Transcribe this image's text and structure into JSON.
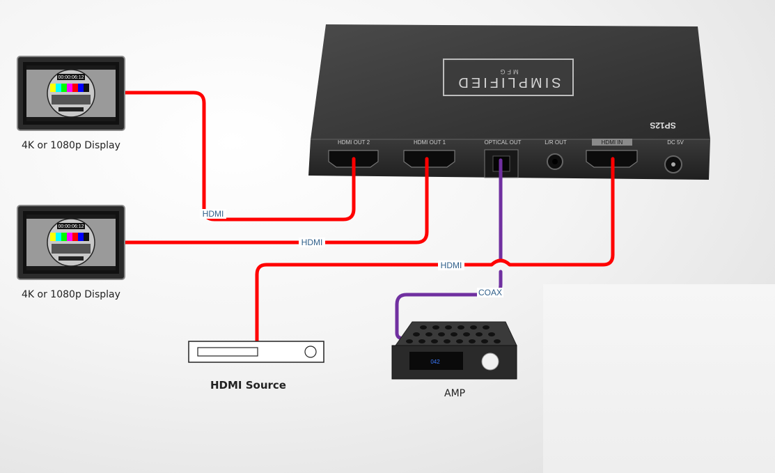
{
  "device": {
    "brand_line1": "SIMPLIFIED",
    "brand_line2": "MFG",
    "model": "SP12S",
    "ports": {
      "hdmi_out_2": "HDMI OUT 2",
      "hdmi_out_1": "HDMI OUT 1",
      "optical_out": "OPTICAL OUT",
      "lr_out": "L/R OUT",
      "hdmi_in": "HDMI IN",
      "dc": "DC 5V"
    }
  },
  "displays": [
    {
      "caption": "4K or 1080p Display",
      "timecode": "00:00:06:12"
    },
    {
      "caption": "4K or 1080p Display",
      "timecode": "00:00:06:12"
    }
  ],
  "cables": {
    "hdmi_1": "HDMI",
    "hdmi_2": "HDMI",
    "hdmi_3": "HDMI",
    "coax": "COAX"
  },
  "source": {
    "caption": "HDMI Source"
  },
  "amp": {
    "caption": "AMP",
    "display_value": "042"
  },
  "colors": {
    "hdmi_cable": "#ff0000",
    "coax_cable": "#7030a0",
    "label_text": "#2f5f8a"
  }
}
